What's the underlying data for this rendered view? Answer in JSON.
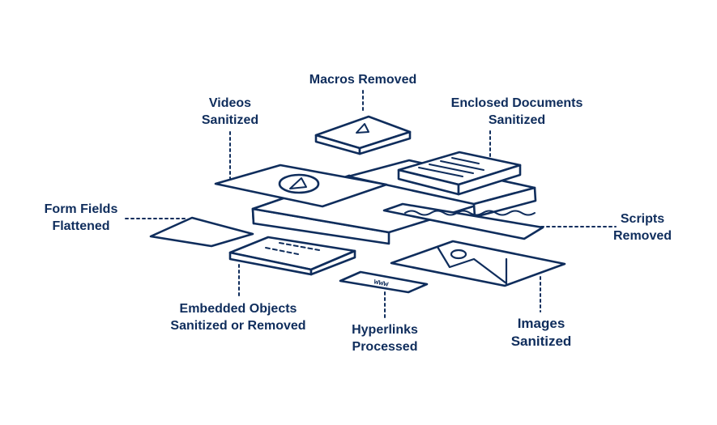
{
  "colors": {
    "stroke": "#0f2d5c",
    "background": "#ffffff"
  },
  "labels": {
    "macros": [
      "Macros Removed"
    ],
    "videos": [
      "Videos",
      "Sanitized"
    ],
    "enclosed": [
      "Enclosed Documents",
      "Sanitized"
    ],
    "form_fields": [
      "Form Fields",
      "Flattened"
    ],
    "scripts": [
      "Scripts",
      "Removed"
    ],
    "embedded": [
      "Embedded Objects",
      "Sanitized or Removed"
    ],
    "hyperlinks": [
      "Hyperlinks",
      "Processed"
    ],
    "images": [
      "Images",
      "Sanitized"
    ]
  },
  "hyperlink_tag": "www",
  "icons": {
    "macros": "play-triangle-icon",
    "videos": "play-circle-icon",
    "enclosed": "document-lines-icon",
    "scripts": "wavy-line-icon",
    "images": "picture-icon",
    "embedded": "dashed-line-icon",
    "form_fields": "blank-field-icon",
    "hyperlinks": "url-tag-icon"
  }
}
